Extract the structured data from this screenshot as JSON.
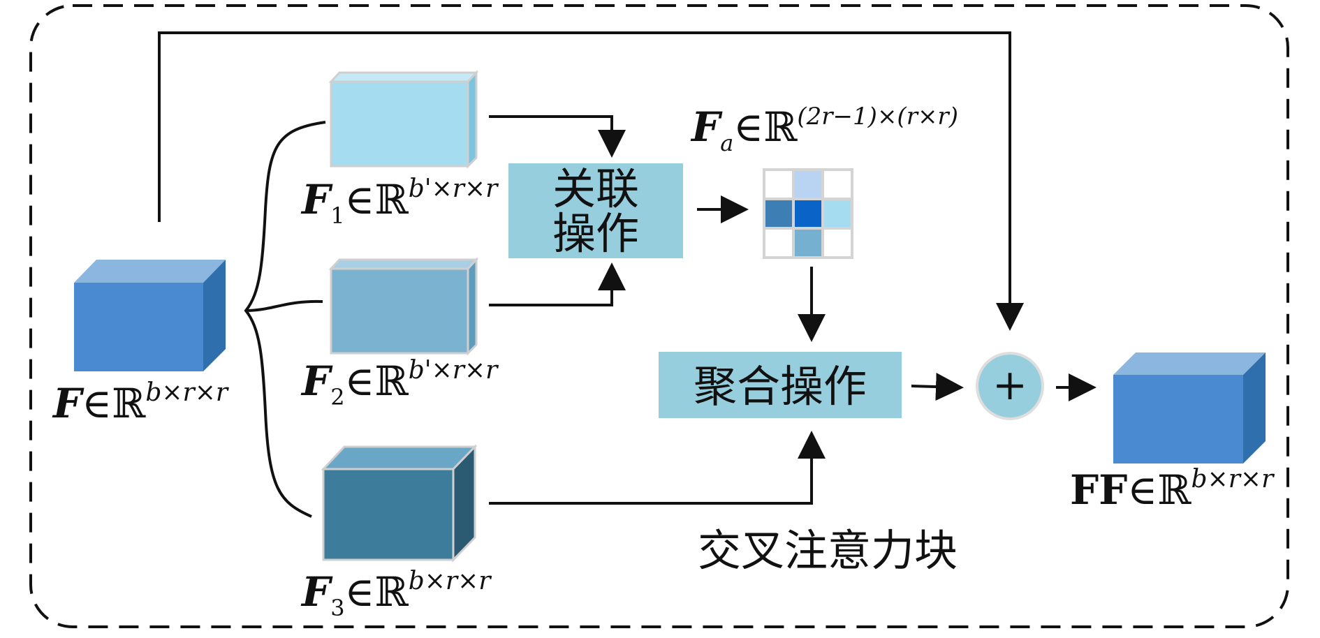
{
  "title": "交叉注意力块",
  "ops": {
    "correlation": [
      "关联",
      "操作"
    ],
    "aggregation": "聚合操作",
    "add_symbol": "+"
  },
  "labels": {
    "input": {
      "base": "F",
      "sub": "",
      "set": "∈ℝ",
      "sup": "b×r×r"
    },
    "f1": {
      "base": "F",
      "sub": "1",
      "set": "∈ℝ",
      "sup": "b'×r×r"
    },
    "f2": {
      "base": "F",
      "sub": "2",
      "set": "∈ℝ",
      "sup": "b'×r×r"
    },
    "f3": {
      "base": "F",
      "sub": "3",
      "set": "∈ℝ",
      "sup": "b×r×r"
    },
    "fa": {
      "base": "F",
      "sub": "a",
      "set": "∈ℝ",
      "sup": "(2r−1)×(r×r)"
    },
    "output": {
      "base": "FF",
      "sub": "",
      "set": "∈ℝ",
      "sup": "b×r×r"
    }
  },
  "colors": {
    "input_front": "#4a8ad0",
    "input_top": "#8ab6e0",
    "input_side": "#2f6fae",
    "f1_face": "#a6dcef",
    "f2_face": "#7ab2cf",
    "f3_face": "#3e7c9b",
    "f3_side": "#2b5a73",
    "op_box": "#96cedd",
    "plus_circle": "#96cedd",
    "grid": [
      "#ffffff",
      "#b9d3f2",
      "#ffffff",
      "#3d7fb5",
      "#0a64c8",
      "#a6dcef",
      "#ffffff",
      "#75b0d0",
      "#ffffff"
    ]
  }
}
